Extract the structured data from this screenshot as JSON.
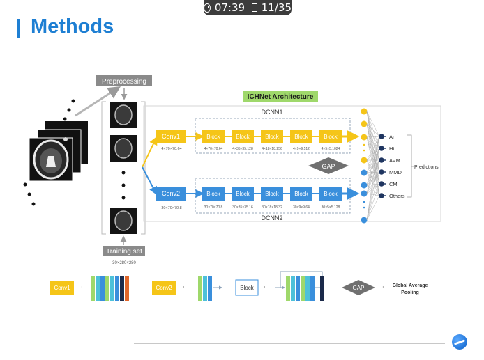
{
  "timer": {
    "time": "07:39",
    "slide": "11/35"
  },
  "slide": {
    "title": "Methods"
  },
  "diagram": {
    "preprocessing": "Preprocessing",
    "training_set": "Training set",
    "training_dims": "30×280×280",
    "arch_title": "ICHNet Architecture",
    "dcnn1": "DCNN1",
    "dcnn2": "DCNN2",
    "gap": "GAP",
    "predictions": "Predictions",
    "conv1": {
      "label": "Conv1",
      "dims": "4×70×70.64"
    },
    "conv2": {
      "label": "Conv2",
      "dims": "30×70×70.8"
    },
    "block_label": "Block",
    "blocks1": [
      "4×70×70.64",
      "4×35×35.128",
      "4×18×18.256",
      "4×9×9.512",
      "4×5×5.1024"
    ],
    "blocks2": [
      "30×70×70.8",
      "30×35×35.16",
      "30×18×18.32",
      "30×9×9.64",
      "30×5×5.128"
    ],
    "outputs": [
      "An",
      "Ht",
      "AVM",
      "MMD",
      "CM",
      "Others"
    ]
  },
  "legend": {
    "conv1": "Conv1",
    "conv2": "Conv2",
    "block": "Block",
    "colon": ":",
    "gap": "GAP",
    "gap_desc_1": "Global Average",
    "gap_desc_2": "Pooling"
  },
  "colors": {
    "accent": "#1e7fd3",
    "yellow": "#f5c518",
    "blue": "#3a8fdc",
    "green": "#9fd86b",
    "gray": "#7a7a7a"
  }
}
